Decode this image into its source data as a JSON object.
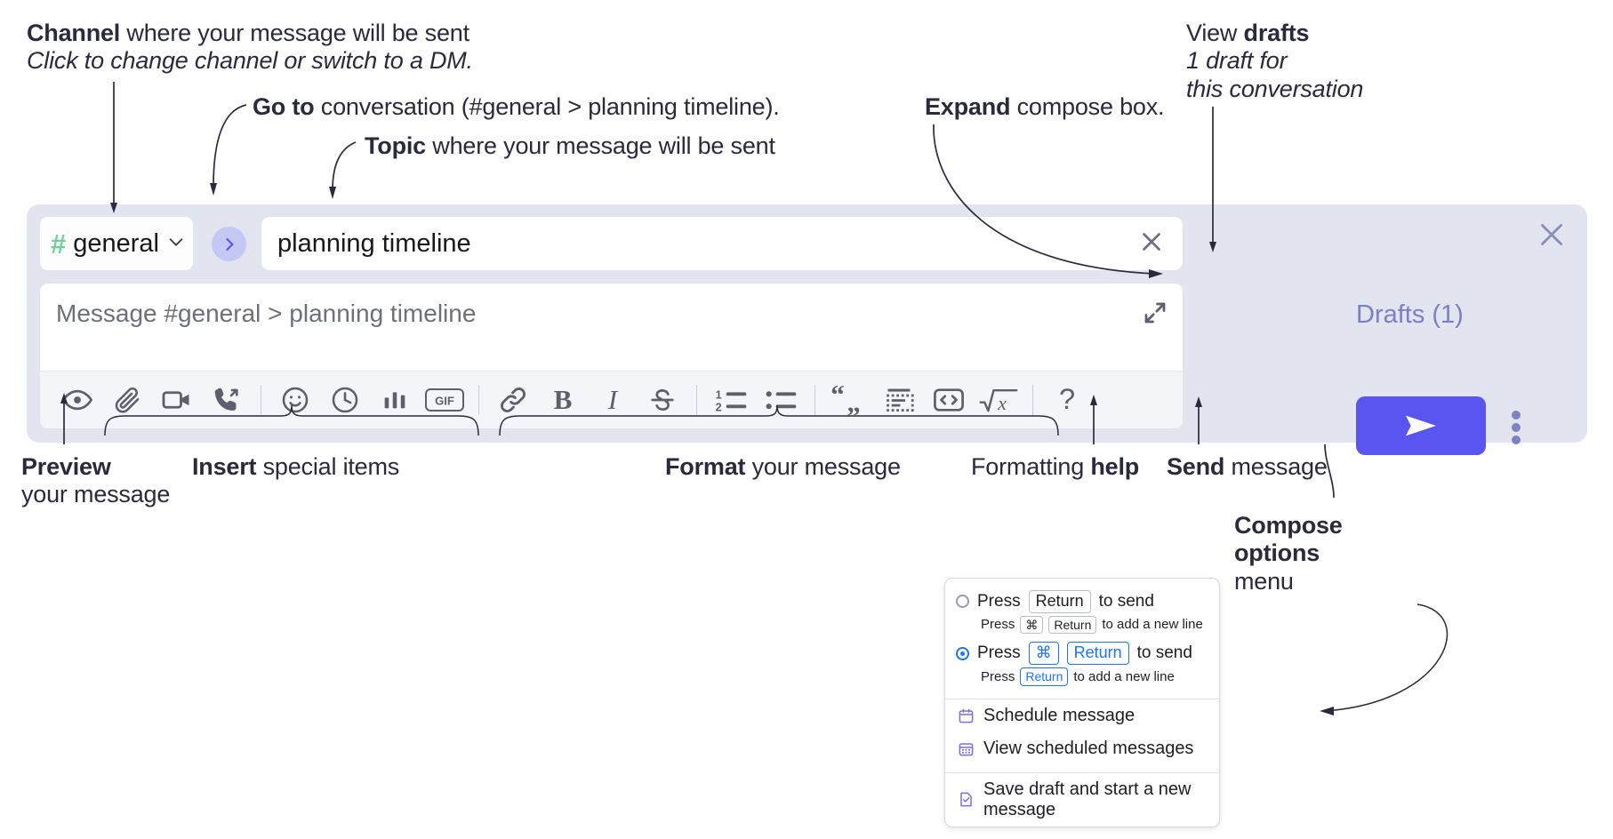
{
  "annotations": {
    "channel": {
      "bold": "Channel",
      "rest": " where your message will be sent",
      "italic": "Click to change channel or switch to a DM."
    },
    "goto": {
      "bold": "Go to",
      "rest": " conversation (#general > planning timeline)."
    },
    "topic": {
      "bold": "Topic",
      "rest": " where your message will be sent"
    },
    "expand": {
      "bold": "Expand",
      "rest": " compose box."
    },
    "drafts": {
      "plain": "View ",
      "bold": "drafts",
      "italic1": "1 draft for",
      "italic2": "this conversation"
    },
    "preview": {
      "bold": "Preview",
      "line2": "your message"
    },
    "insert": {
      "bold": "Insert",
      "rest": " special items"
    },
    "format": {
      "bold": "Format",
      "rest": " your message"
    },
    "help": {
      "plain": "Formatting ",
      "bold": "help"
    },
    "send": {
      "bold": "Send",
      "rest": " message"
    },
    "compose_options": {
      "line1": "Compose",
      "line2": "options",
      "line3": "menu"
    }
  },
  "compose": {
    "channel_name": "general",
    "channel_hash": "#",
    "topic_value": "planning timeline",
    "message_placeholder": "Message #general > planning timeline",
    "drafts_label": "Drafts (1)",
    "goto_icon": "chevron-right-icon",
    "expand_icon": "expand-icon",
    "close_icon": "close-icon",
    "clear_icon": "clear-icon",
    "send_icon": "send-paper-plane-icon",
    "more_icon": "vertical-dots-icon",
    "accent_color": "#5a54f0",
    "panel_color": "#e2e4f0",
    "hash_color": "#6ed39a",
    "drafts_color": "#7d7fc4",
    "toolbar": [
      {
        "name": "preview-icon",
        "label": "Preview"
      },
      {
        "name": "attachment-icon",
        "label": "Attach file"
      },
      {
        "name": "video-camera-icon",
        "label": "Record video clip"
      },
      {
        "name": "phone-forward-icon",
        "label": "Record audio clip"
      },
      {
        "sep": true
      },
      {
        "name": "emoji-icon",
        "label": "Emoji"
      },
      {
        "name": "clock-icon",
        "label": "Reminder"
      },
      {
        "name": "bar-chart-icon",
        "label": "Poll"
      },
      {
        "name": "gif-icon",
        "label": "GIF"
      },
      {
        "sep": true
      },
      {
        "name": "link-icon",
        "label": "Link"
      },
      {
        "name": "bold-icon",
        "label": "Bold"
      },
      {
        "name": "italic-icon",
        "label": "Italic"
      },
      {
        "name": "strikethrough-icon",
        "label": "Strikethrough"
      },
      {
        "sep": true
      },
      {
        "name": "ordered-list-icon",
        "label": "Ordered list"
      },
      {
        "name": "bulleted-list-icon",
        "label": "Bulleted list"
      },
      {
        "sep": true
      },
      {
        "name": "blockquote-icon",
        "label": "Blockquote"
      },
      {
        "name": "code-block-icon",
        "label": "Code block"
      },
      {
        "name": "inline-code-icon",
        "label": "Code"
      },
      {
        "name": "math-icon",
        "label": "Math"
      },
      {
        "sep": true
      },
      {
        "name": "help-icon",
        "label": "?"
      }
    ]
  },
  "menu": {
    "option1": {
      "pre": "Press",
      "key": "Return",
      "post": "to send",
      "selected": false
    },
    "option1_sub": {
      "pre": "Press",
      "key1": "⌘",
      "key2": "Return",
      "post": "to add a new line"
    },
    "option2": {
      "pre": "Press",
      "key1": "⌘",
      "key2": "Return",
      "post": "to send",
      "selected": true
    },
    "option2_sub": {
      "pre": "Press",
      "key": "Return",
      "post": "to add a new line"
    },
    "items": [
      {
        "label": "Schedule message",
        "icon": "calendar-icon"
      },
      {
        "label": "View scheduled messages",
        "icon": "calendar-grid-icon"
      },
      {
        "label": "Save draft and start a new message",
        "icon": "document-check-icon"
      }
    ]
  }
}
